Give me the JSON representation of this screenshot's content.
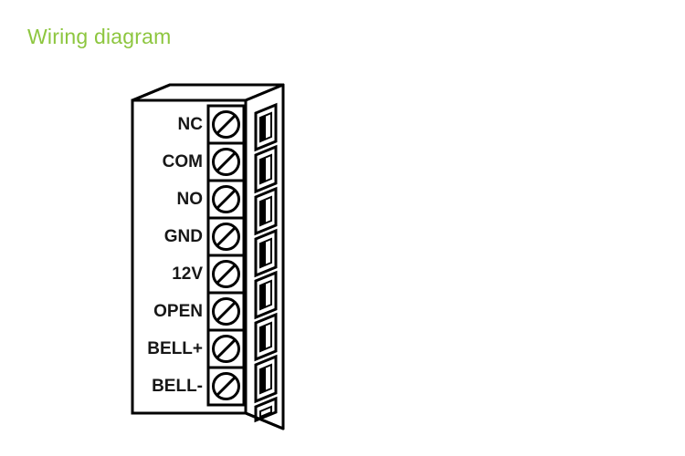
{
  "page": {
    "title": "Wiring diagram",
    "title_color": "#8dc63f",
    "background_color": "#ffffff",
    "line_color": "#000000",
    "label_color": "#171717"
  },
  "diagram": {
    "name": "terminal-block",
    "description": "8-position screw terminal block shown in isometric 3D view",
    "terminal_count": 8,
    "terminals": [
      {
        "index": 1,
        "label": "NC"
      },
      {
        "index": 2,
        "label": "COM"
      },
      {
        "index": 3,
        "label": "NO"
      },
      {
        "index": 4,
        "label": "GND"
      },
      {
        "index": 5,
        "label": "12V"
      },
      {
        "index": 6,
        "label": "OPEN"
      },
      {
        "index": 7,
        "label": "BELL+"
      },
      {
        "index": 8,
        "label": "BELL-"
      }
    ]
  }
}
